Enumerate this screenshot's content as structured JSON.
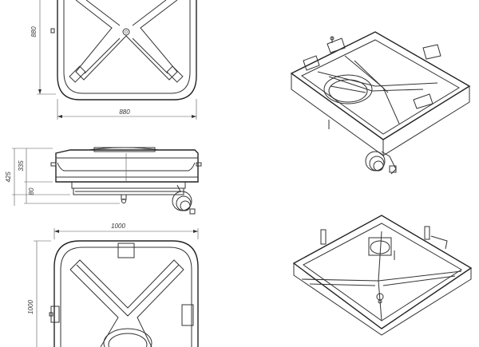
{
  "dimensions": {
    "top_height": "880",
    "top_width": "880",
    "side_overall": "425",
    "side_body": "335",
    "side_base": "80",
    "bottom_width": "1000",
    "bottom_height": "1000"
  }
}
